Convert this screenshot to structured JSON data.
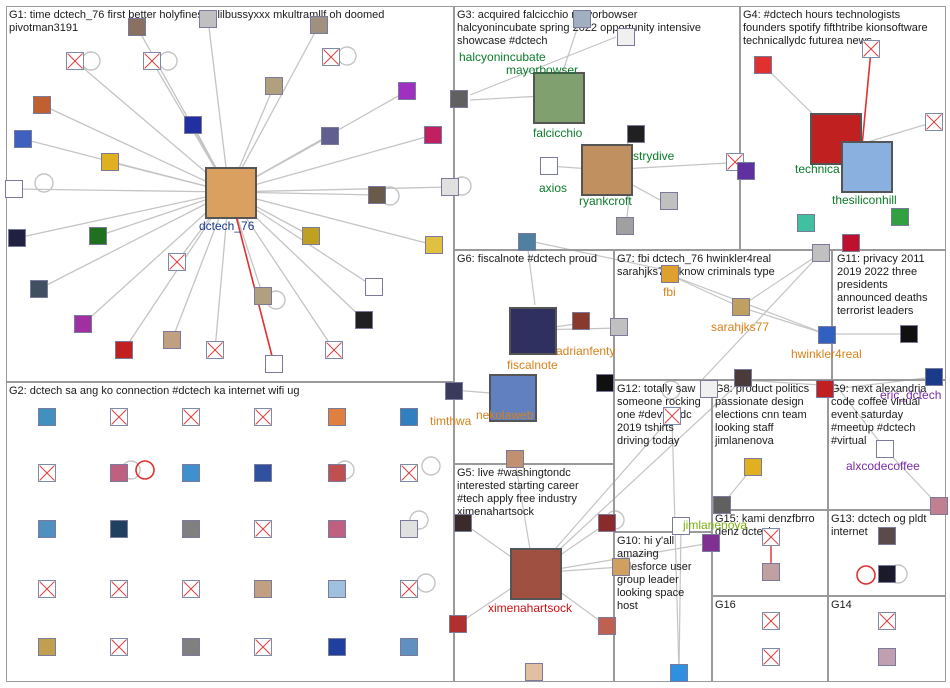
{
  "colors": {
    "edge": "#c4c4c4",
    "edge_highlight": "#e03030",
    "box_border": "#9a9a9a",
    "label_green": "#0a7a2a",
    "label_blue": "#1a3a8a",
    "label_orange": "#d9801a",
    "label_red": "#d01010",
    "label_purple": "#7a2aa8",
    "label_yellowgreen": "#7ab010",
    "label_navy": "#1a2a7a"
  },
  "groups": [
    {
      "id": "G1",
      "text": "G1: time dctech_76 first better holyfinesse lilbussyxxx mkultramllf oh doomed\npivotman3191"
    },
    {
      "id": "G2",
      "text": "G2: dctech sa ang ko connection #dctech ka internet wifi ug"
    },
    {
      "id": "G3",
      "text": "G3: acquired falcicchio mayorbowser\nhalcyonincubate spring 2022 opportunity intensive\nshowcase #dctech"
    },
    {
      "id": "G4",
      "text": "G4: #dctech hours technologists\nfounders spotify fifthtribe kionsoftware\ntechnicallydc futurea news"
    },
    {
      "id": "G5",
      "text": "G5: live #washingtondc\ninterested starting career\n#tech apply free industry\nximenahartsock"
    },
    {
      "id": "G6",
      "text": "G6: fiscalnote #dctech proud"
    },
    {
      "id": "G7",
      "text": "G7: fbi dctech_76 hwinkler4real\nsarahjks77 yknow criminals type"
    },
    {
      "id": "G8",
      "text": "G8: product politics\npassionate design\nelections cnn team\nlooking staff\njimlanenova"
    },
    {
      "id": "G9",
      "text": "G9: next alexandria\ncode coffee virtual\nevent saturday\n#meetup #dctech\n#virtual"
    },
    {
      "id": "G10",
      "text": "G10: hi y'all\namazing\nsalesforce user\ngroup leader\nlooking space\nhost"
    },
    {
      "id": "G11",
      "text": "G11: privacy 2011\n2019 2022 three\npresidents\nannounced deaths\nterrorist leaders"
    },
    {
      "id": "G12",
      "text": "G12: totally saw\nsomeone rocking\none #devfestdc\n2019 tshirts\ndriving today"
    },
    {
      "id": "G13",
      "text": "G13: dctech og pldt\ninternet"
    },
    {
      "id": "G14",
      "text": "G14"
    },
    {
      "id": "G15",
      "text": "G15: kami denzfbrro\ndenz dctech"
    },
    {
      "id": "G16",
      "text": "G16"
    }
  ],
  "node_labels": [
    {
      "id": "dctech_76",
      "text": "dctech_76",
      "color": "label_blue"
    },
    {
      "id": "halcyonincubate",
      "text": "halcyonincubate",
      "color": "label_green"
    },
    {
      "id": "mayorbowser",
      "text": "mayorbowser",
      "color": "label_green"
    },
    {
      "id": "falcicchio",
      "text": "falcicchio",
      "color": "label_green"
    },
    {
      "id": "strydive",
      "text": "strydive",
      "color": "label_green"
    },
    {
      "id": "axios",
      "text": "axios",
      "color": "label_green"
    },
    {
      "id": "ryankcroft",
      "text": "ryankcroft",
      "color": "label_green"
    },
    {
      "id": "technicallydc",
      "text": "technica",
      "color": "label_green"
    },
    {
      "id": "thesiliconhill",
      "text": "thesiliconhill",
      "color": "label_green"
    },
    {
      "id": "fiscalnote",
      "text": "fiscalnote",
      "color": "label_orange"
    },
    {
      "id": "adrianfenty",
      "text": "adrianfenty",
      "color": "label_orange"
    },
    {
      "id": "fbi",
      "text": "fbi",
      "color": "label_orange"
    },
    {
      "id": "sarahjks77",
      "text": "sarahjks77",
      "color": "label_orange"
    },
    {
      "id": "hwinkler4real",
      "text": "hwinkler4real",
      "color": "label_orange"
    },
    {
      "id": "nekolaweb",
      "text": "nekolaweb",
      "color": "label_orange"
    },
    {
      "id": "timthwang",
      "text": "timthwa",
      "color": "label_orange"
    },
    {
      "id": "ximenahartsock",
      "text": "ximenahartsock",
      "color": "label_red"
    },
    {
      "id": "alxcodecoffee",
      "text": "alxcodecoffee",
      "color": "label_purple"
    },
    {
      "id": "eric_dctech",
      "text": "eric_dctech",
      "color": "label_purple"
    },
    {
      "id": "jimlanenova",
      "text": "jimlanenova",
      "color": "label_yellowgreen"
    }
  ]
}
